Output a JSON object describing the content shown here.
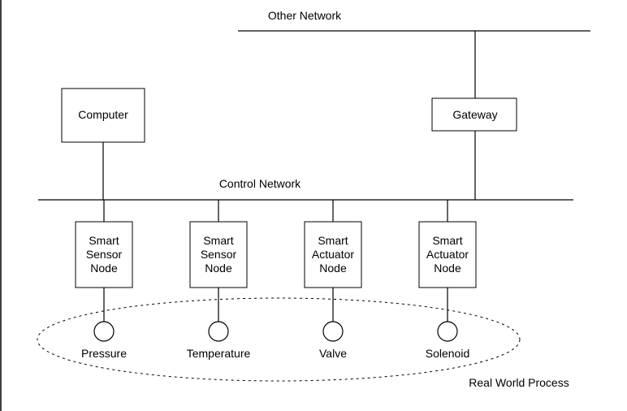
{
  "labels": {
    "other_network": "Other Network",
    "control_network": "Control Network",
    "real_world_process": "Real World Process"
  },
  "computer": {
    "label": "Computer"
  },
  "gateway": {
    "label": "Gateway"
  },
  "nodes": [
    {
      "lines": [
        "Smart",
        "Sensor",
        "Node"
      ],
      "device": "Pressure"
    },
    {
      "lines": [
        "Smart",
        "Sensor",
        "Node"
      ],
      "device": "Temperature"
    },
    {
      "lines": [
        "Smart",
        "Actuator",
        "Node"
      ],
      "device": "Valve"
    },
    {
      "lines": [
        "Smart",
        "Actuator",
        "Node"
      ],
      "device": "Solenoid"
    }
  ],
  "colors": {
    "line": "#000000",
    "background": "#ffffff"
  }
}
